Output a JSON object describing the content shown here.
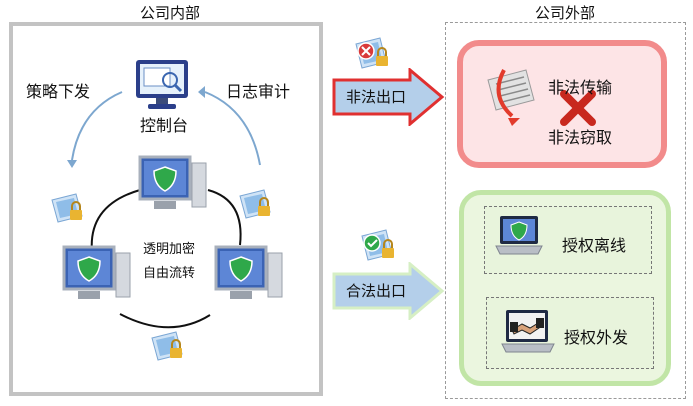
{
  "inside": {
    "title": "公司内部",
    "console_label": "控制台",
    "policy_label": "策略下发",
    "audit_label": "日志审计",
    "transparent_encryption": "透明加密",
    "free_flow": "自由流转"
  },
  "outside": {
    "title": "公司外部",
    "illegal_transfer": "非法传输",
    "illegal_theft": "非法窃取",
    "authorized_offline": "授权离线",
    "authorized_send": "授权外发"
  },
  "arrows": {
    "illegal_exit": "非法出口",
    "legal_exit": "合法出口"
  },
  "colors": {
    "illegal_border": "#f28b8b",
    "legal_border": "#c1e5a6",
    "arrow_red": "#e03030",
    "arrow_fill": "#b4cfea"
  }
}
